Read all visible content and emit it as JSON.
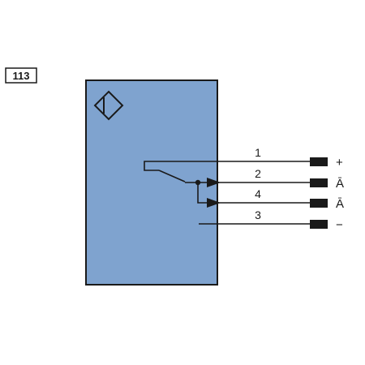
{
  "badge": {
    "number": "113"
  },
  "wires": [
    {
      "number": "1",
      "polarity": "+"
    },
    {
      "number": "2",
      "polarity": "Ā"
    },
    {
      "number": "4",
      "polarity": "Ā"
    },
    {
      "number": "3",
      "polarity": "−"
    }
  ],
  "colors": {
    "body_fill": "#7fa3cf",
    "line": "#1a1a1a"
  },
  "icons": {
    "sensor_symbol": "diamond-sensor-icon"
  }
}
